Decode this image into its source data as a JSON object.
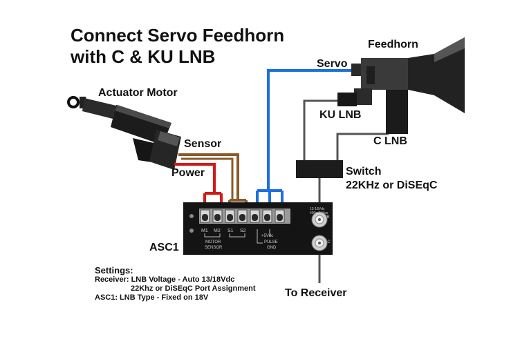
{
  "title": {
    "line1": "Connect Servo Feedhorn",
    "line2": "with C & KU LNB"
  },
  "labels": {
    "actuator_motor": "Actuator Motor",
    "sensor": "Sensor",
    "power": "Power",
    "servo": "Servo",
    "feedhorn": "Feedhorn",
    "ku_lnb": "KU  LNB",
    "c_lnb": "C  LNB",
    "switch_line1": "Switch",
    "switch_line2": "22KHz or DiSEqC",
    "asc1": "ASC1",
    "to_receiver": "To Receiver"
  },
  "board": {
    "terminals": [
      "M1",
      "M2",
      "S1",
      "S2"
    ],
    "motor_label": "MOTOR",
    "sensor_label": "SENSOR",
    "five_volt": "+5Vdc",
    "pulse": "PULSE",
    "gnd": "GND",
    "lnb_spec1": "13-18Vdc",
    "lnb_spec2": "400mA Max",
    "lnb": "LNB",
    "rec": "REC"
  },
  "settings": {
    "heading": "Settings:",
    "line1": "Receiver: LNB Voltage - Auto 13/18Vdc",
    "line2": "22Khz or DiSEqC Port Assignment",
    "line3": "ASC1: LNB Type - Fixed on 18V"
  },
  "colors": {
    "power_wire": "#d11a1a",
    "sensor_wire": "#8a5a2b",
    "servo_wire": "#1e6fe0",
    "coax": "#555555",
    "board": "#141414"
  }
}
